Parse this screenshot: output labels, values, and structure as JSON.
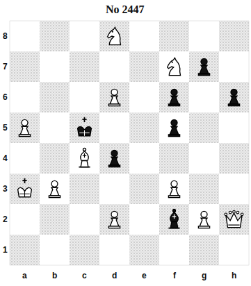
{
  "diagram": {
    "title": "No 2447",
    "labels": [
      "8",
      "7",
      "6",
      "5",
      "4",
      "3",
      "2",
      "1",
      "a",
      "b",
      "c",
      "d",
      "e",
      "f",
      "g",
      "h"
    ]
  }
}
